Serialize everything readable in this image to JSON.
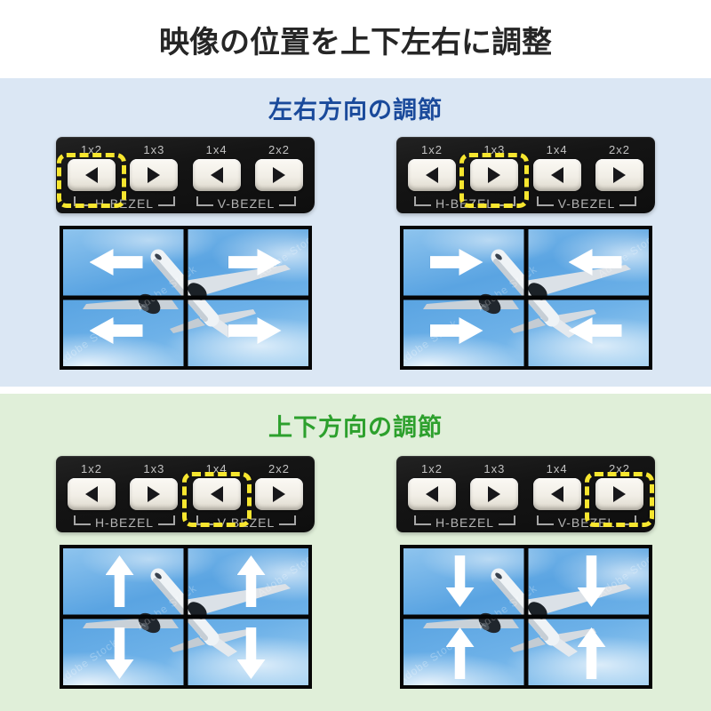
{
  "title": "映像の位置を上下左右に調整",
  "watermark": "Adobe Stock",
  "panel": {
    "buttons": [
      {
        "label": "1x2",
        "dir": "left"
      },
      {
        "label": "1x3",
        "dir": "right"
      },
      {
        "label": "1x4",
        "dir": "left"
      },
      {
        "label": "2x2",
        "dir": "right"
      }
    ],
    "h_bezel_label": "H-BEZEL",
    "v_bezel_label": "V-BEZEL"
  },
  "sections": [
    {
      "id": "horizontal-adjust",
      "heading": "左右方向の調節",
      "heading_color": "#1a4a9b",
      "bg_color": "#dbe7f4",
      "examples": [
        {
          "highlighted_button": "1x2",
          "highlight_index": 0,
          "arrows": [
            "left",
            "right",
            "left",
            "right"
          ]
        },
        {
          "highlighted_button": "1x3",
          "highlight_index": 1,
          "arrows": [
            "right",
            "left",
            "right",
            "left"
          ]
        }
      ]
    },
    {
      "id": "vertical-adjust",
      "heading": "上下方向の調節",
      "heading_color": "#2da02d",
      "bg_color": "#e0efd9",
      "examples": [
        {
          "highlighted_button": "1x4",
          "highlight_index": 2,
          "arrows": [
            "up",
            "up",
            "down",
            "down"
          ]
        },
        {
          "highlighted_button": "2x2",
          "highlight_index": 3,
          "arrows": [
            "down",
            "down",
            "up",
            "up"
          ]
        }
      ]
    }
  ],
  "colors": {
    "title_text": "#262626",
    "highlight_yellow": "#f7e62f",
    "panel_black": "#141414",
    "sky_blue": "#6db1e8",
    "section1_bg": "#dbe7f4",
    "section2_bg": "#e0efd9"
  }
}
